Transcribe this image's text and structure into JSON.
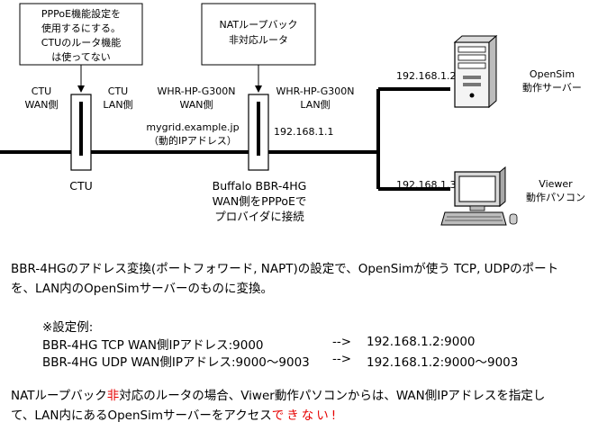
{
  "callout_pppoe": [
    "PPPoE機能設定を",
    "使用するにする。",
    "CTUのルータ機能",
    "は使ってない"
  ],
  "callout_nat": [
    "NATループバック",
    "非対応ルータ"
  ],
  "ctu": {
    "wan": [
      "CTU",
      "WAN側"
    ],
    "lan": [
      "CTU",
      "LAN側"
    ],
    "name": "CTU"
  },
  "router": {
    "wan": [
      "WHR-HP-G300N",
      "WAN側"
    ],
    "lan": [
      "WHR-HP-G300N",
      "LAN側"
    ],
    "caption": [
      "Buffalo BBR-4HG",
      "WAN側をPPPoEで",
      "プロバイダに接続"
    ],
    "lan_ip": "192.168.1.1"
  },
  "wan_address": [
    "mygrid.example.jp",
    "（動的IPアドレス）"
  ],
  "server": {
    "ip": "192.168.1.2",
    "label": [
      "OpenSim",
      "動作サーバー"
    ]
  },
  "viewer": {
    "ip": "192.168.1.3",
    "label": [
      "Viewer",
      "動作パソコン"
    ]
  },
  "description": {
    "line1": "BBR-4HGのアドレス変換(ポートフォワード, NAPT)の設定で、OpenSimが使う TCP, UDPのポート",
    "line2": "を、LAN内のOpenSimサーバーのものに変換。"
  },
  "example": {
    "heading": "※設定例:",
    "rows": [
      {
        "left": "BBR-4HG TCP  WAN側IPアドレス:9000",
        "arrow": "-->",
        "right": "192.168.1.2:9000"
      },
      {
        "left": "BBR-4HG UDP  WAN側IPアドレス:9000～9003",
        "arrow": "-->",
        "right": "192.168.1.2:9000～9003"
      }
    ]
  },
  "note": {
    "part1": "NATループバック",
    "part2": "非",
    "part3": "対応のルータの場合、Viwer動作パソコンからは、WAN側IPアドレスを指定し",
    "line2": "て、LAN内にあるOpenSimサーバーをアクセス",
    "cannot": "できない!"
  },
  "colors": {
    "accent_red": "#e60000"
  }
}
